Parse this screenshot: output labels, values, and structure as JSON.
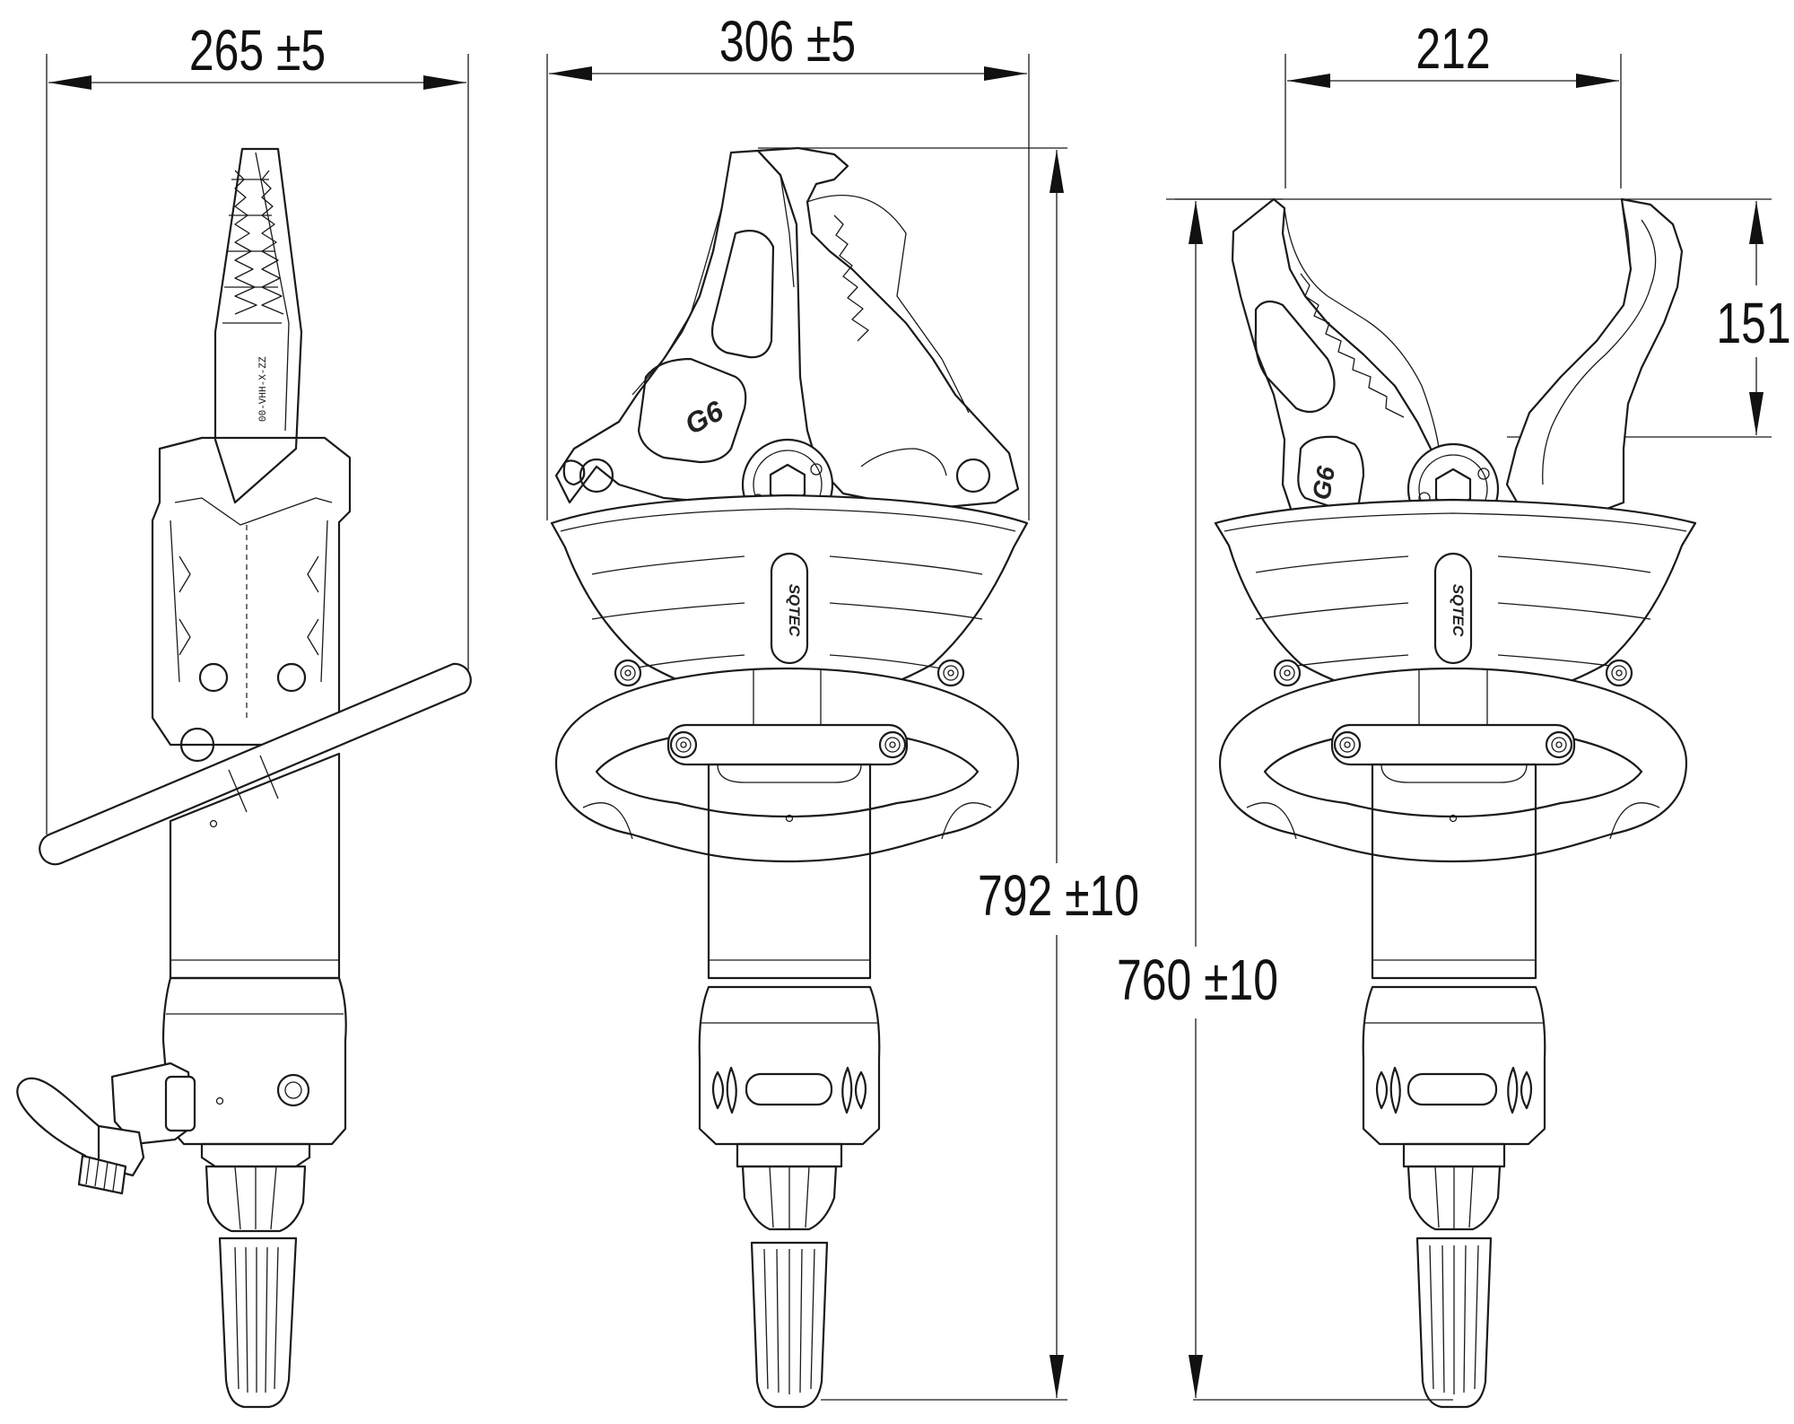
{
  "dimensions": {
    "side_width": "265 ±5",
    "front_width": "306 ±5",
    "rear_width": "212",
    "jaw_opening": "151",
    "front_height": "792 ±10",
    "rear_height": "760 ±10"
  },
  "labels": {
    "model_badge_front": "G6",
    "model_badge_rear": "G6",
    "brand_front": "SQTEC",
    "brand_rear": "SQTEC",
    "blade_stamp": "00-VHH-X-ZZ"
  }
}
